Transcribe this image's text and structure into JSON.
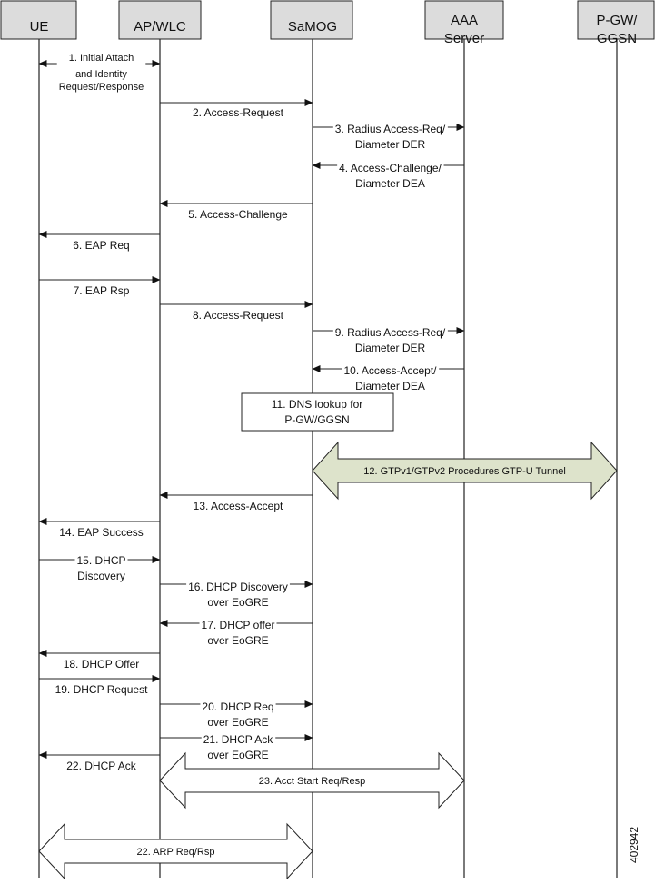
{
  "entities": [
    {
      "id": "ue",
      "lines": [
        "UE"
      ]
    },
    {
      "id": "ap-wlc",
      "lines": [
        "AP/WLC"
      ]
    },
    {
      "id": "samog",
      "lines": [
        "SaMOG"
      ]
    },
    {
      "id": "aaa-server",
      "lines": [
        "AAA",
        "Server"
      ]
    },
    {
      "id": "pgw-ggsn",
      "lines": [
        "P-GW/",
        "GGSN"
      ]
    }
  ],
  "messages": [
    {
      "id": "msg-1",
      "from": "ue",
      "to": "ap-wlc",
      "bidir": true,
      "lines": [
        "1. Initial Attach",
        "and Identity",
        "Request/Response"
      ]
    },
    {
      "id": "msg-2",
      "from": "ap-wlc",
      "to": "samog",
      "lines": [
        "2. Access-Request"
      ]
    },
    {
      "id": "msg-3",
      "from": "samog",
      "to": "aaa-server",
      "lines": [
        "3. Radius Access-Req/",
        "Diameter DER"
      ]
    },
    {
      "id": "msg-4",
      "from": "aaa-server",
      "to": "samog",
      "lines": [
        "4. Access-Challenge/",
        "Diameter DEA"
      ]
    },
    {
      "id": "msg-5",
      "from": "samog",
      "to": "ap-wlc",
      "lines": [
        "5. Access-Challenge"
      ]
    },
    {
      "id": "msg-6",
      "from": "ap-wlc",
      "to": "ue",
      "lines": [
        "6. EAP Req"
      ]
    },
    {
      "id": "msg-7",
      "from": "ue",
      "to": "ap-wlc",
      "lines": [
        "7. EAP Rsp"
      ]
    },
    {
      "id": "msg-8",
      "from": "ap-wlc",
      "to": "samog",
      "lines": [
        "8. Access-Request"
      ]
    },
    {
      "id": "msg-9",
      "from": "samog",
      "to": "aaa-server",
      "lines": [
        "9. Radius Access-Req/",
        "Diameter DER"
      ]
    },
    {
      "id": "msg-10",
      "from": "aaa-server",
      "to": "samog",
      "lines": [
        "10. Access-Accept/",
        "Diameter DEA"
      ]
    },
    {
      "id": "msg-13",
      "from": "samog",
      "to": "ap-wlc",
      "lines": [
        "13. Access-Accept"
      ]
    },
    {
      "id": "msg-14",
      "from": "ap-wlc",
      "to": "ue",
      "lines": [
        "14. EAP Success"
      ]
    },
    {
      "id": "msg-15",
      "from": "ue",
      "to": "ap-wlc",
      "lines": [
        "15. DHCP",
        "Discovery"
      ]
    },
    {
      "id": "msg-16",
      "from": "ap-wlc",
      "to": "samog",
      "lines": [
        "16. DHCP Discovery",
        "over EoGRE"
      ]
    },
    {
      "id": "msg-17",
      "from": "samog",
      "to": "ap-wlc",
      "lines": [
        "17. DHCP offer",
        "over EoGRE"
      ]
    },
    {
      "id": "msg-18",
      "from": "ap-wlc",
      "to": "ue",
      "lines": [
        "18. DHCP Offer"
      ]
    },
    {
      "id": "msg-19",
      "from": "ue",
      "to": "ap-wlc",
      "lines": [
        "19. DHCP Request"
      ]
    },
    {
      "id": "msg-20",
      "from": "ap-wlc",
      "to": "samog",
      "lines": [
        "20. DHCP Req",
        "over EoGRE"
      ]
    },
    {
      "id": "msg-21",
      "from": "ap-wlc",
      "to": "samog",
      "lines": [
        "21. DHCP Ack",
        "over EoGRE"
      ]
    },
    {
      "id": "msg-22",
      "from": "ap-wlc",
      "to": "ue",
      "lines": [
        "22. DHCP Ack"
      ]
    }
  ],
  "process_box": {
    "id": "step-11",
    "at": "samog",
    "lines": [
      "11. DNS lookup for",
      "P-GW/GGSN"
    ]
  },
  "procedures": [
    {
      "id": "proc-12",
      "from": "samog",
      "to": "pgw-ggsn",
      "label": "12. GTPv1/GTPv2 Procedures GTP-U Tunnel",
      "fill": "#dde3cb"
    },
    {
      "id": "proc-23",
      "from": "ap-wlc",
      "to": "aaa-server",
      "label": "23. Acct Start Req/Resp",
      "fill": "#ffffff"
    },
    {
      "id": "proc-22-arp",
      "from": "ue",
      "to": "samog",
      "label": "22. ARP  Req/Rsp",
      "fill": "#ffffff"
    }
  ],
  "figure_number": "402942",
  "colors": {
    "header_fill": "#dcdcdc",
    "line": "#222222",
    "gtp_fill": "#dde3cb"
  }
}
